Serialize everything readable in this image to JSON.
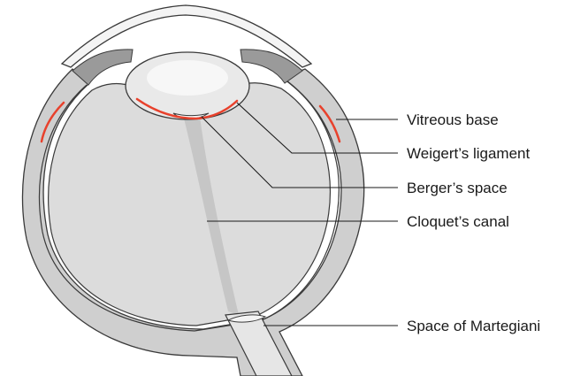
{
  "labels": {
    "vitreous_base": "Vitreous base",
    "weigerts_ligament": "Weigert’s ligament",
    "bergers_space": "Berger’s space",
    "cloquets_canal": "Cloquet’s canal",
    "space_of_martegiani": "Space of Martegiani"
  },
  "colors": {
    "background": "#ffffff",
    "outline": "#3a3a3a",
    "sclera": "#cfcfcf",
    "vitreous": "#dcdcdc",
    "lens": "#e8e8e8",
    "canal": "#c8c8c8",
    "highlight": "#e8412c",
    "leader_line": "#1a1a1a"
  }
}
